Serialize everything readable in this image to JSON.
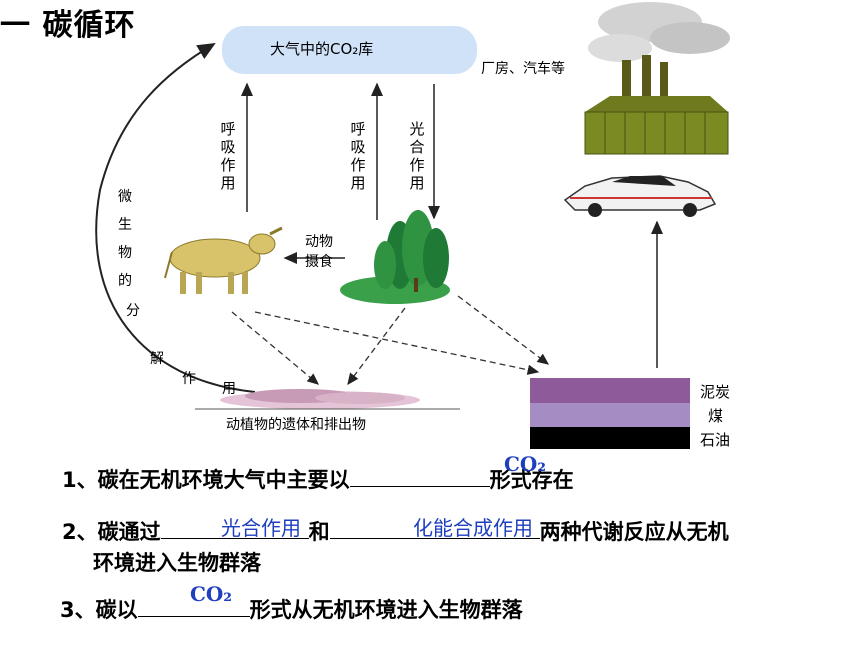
{
  "title": "一  碳循环",
  "diagram": {
    "atmosphere": "大气中的CO₂库",
    "factory_label": "厂房、汽车等",
    "respiration_1": "呼吸作用",
    "respiration_2": "呼吸作用",
    "photosynthesis": "光合作用",
    "animal_feeding": "动物摄食",
    "decomposition": "微生物的分解作用",
    "remains": "动植物的遗体和排出物",
    "fossil": [
      "泥炭",
      "煤",
      "石油"
    ]
  },
  "questions": [
    {
      "num": "1、",
      "before": "碳在无机环境大气中主要以",
      "after": "形式存在",
      "answer": "CO₂"
    },
    {
      "num": "2、",
      "before": "碳通过",
      "middle": "和",
      "after": "两种代谢反应从无机",
      "line2": "环境进入生物群落",
      "answer1": "光合作用",
      "answer2": "化能合成作用"
    },
    {
      "num": "3、",
      "before": "碳以",
      "after": "形式从无机环境进入生物群落",
      "answer": "CO₂"
    }
  ],
  "colors": {
    "atmosphere": "#cfe2f7",
    "peat": "#8e5a9a",
    "coal": "#a58dc4",
    "oil": "#000000",
    "answer": "#1f3fbf"
  }
}
